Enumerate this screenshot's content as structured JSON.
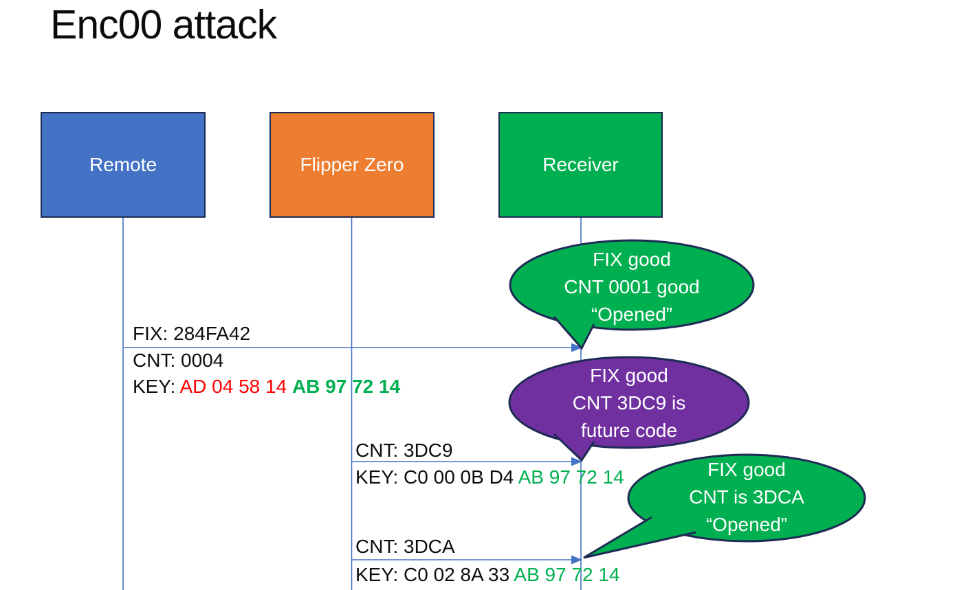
{
  "slide": {
    "title": "Enc00 attack"
  },
  "colors": {
    "actor_remote_fill": "#4472C4",
    "actor_flipper_fill": "#ED7D31",
    "actor_receiver_fill": "#00B050",
    "callout_green_fill": "#00B050",
    "callout_purple_fill": "#7030A0",
    "outline_dark_navy": "#1E2B55",
    "lifeline_arrow_blue": "#4472C4",
    "key_red_text": "#FF0000",
    "key_green_text": "#00B050"
  },
  "actors": {
    "remote": "Remote",
    "flipper": "Flipper Zero",
    "receiver": "Receiver"
  },
  "messages": {
    "m1": {
      "fix": "FIX: 284FA42",
      "cnt": "CNT: 0004",
      "key_label": "KEY:",
      "key_red": "AD 04 58 14",
      "key_green": "AB 97 72 14"
    },
    "m2": {
      "cnt": "CNT: 3DC9",
      "key_label": "KEY:",
      "key_black": "C0 00 0B D4",
      "key_green": "AB 97 72 14"
    },
    "m3": {
      "cnt": "CNT: 3DCA",
      "key_label": "KEY:",
      "key_black": "C0 02 8A 33",
      "key_green": "AB 97 72 14"
    }
  },
  "callouts": {
    "c1": {
      "line1": "FIX good",
      "line2": "CNT 0001 good",
      "line3": "“Opened”"
    },
    "c2": {
      "line1": "FIX good",
      "line2": "CNT 3DC9 is",
      "line3": "future code"
    },
    "c3": {
      "line1": "FIX good",
      "line2": "CNT is 3DCA",
      "line3": "“Opened”"
    }
  }
}
